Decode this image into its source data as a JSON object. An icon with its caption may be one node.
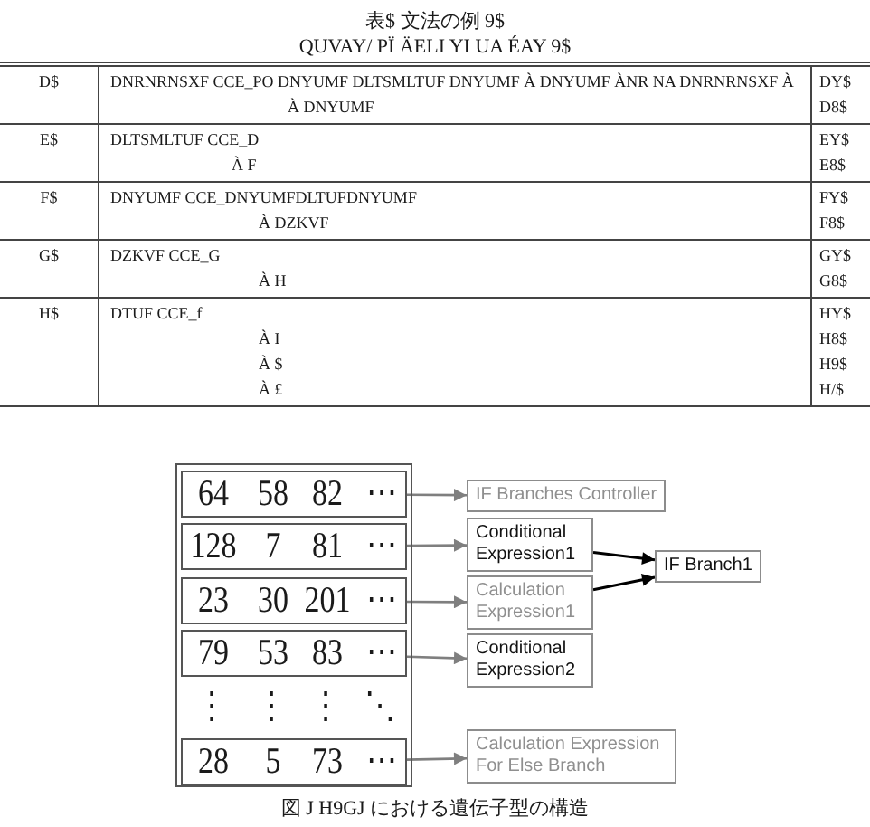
{
  "diagram": {
    "title": "表$ 文法の例 9$",
    "caption": "図 J H9GJ における遺伝子型の構造",
    "nodes": [
      {
        "text": [],
        "shape": "box"
      },
      {
        "text": [
          "64",
          "58",
          "82",
          "⋯"
        ],
        "in": 0
      },
      {
        "text": [
          "128",
          "7",
          "81",
          "⋯"
        ],
        "in": 0
      },
      {
        "text": [
          "23",
          "30",
          "201",
          "⋯"
        ],
        "in": 0
      },
      {
        "text": [
          "79",
          "53",
          "83",
          "⋯"
        ],
        "in": 0
      },
      {
        "text": [
          "28",
          "5",
          "73",
          "⋯"
        ],
        "in": 0
      },
      {
        "text": [
          "IF Branches Controller"
        ]
      },
      {
        "text": [
          "Conditional Expression1"
        ]
      },
      {
        "text": [
          "Calculation Expression1"
        ]
      },
      {
        "text": [
          "Conditional Expression2"
        ]
      },
      {
        "text": [
          "Calculation Expression For Else Branch"
        ]
      },
      {
        "text": [
          "IF Branch1"
        ]
      }
    ],
    "edges": [
      {
        "from": 1,
        "to": 6,
        "arrow": "to"
      },
      {
        "from": 2,
        "to": 7,
        "arrow": "to"
      },
      {
        "from": 3,
        "to": 8,
        "arrow": "to"
      },
      {
        "from": 4,
        "to": 9,
        "arrow": "to"
      },
      {
        "from": 5,
        "to": 10,
        "arrow": "to"
      },
      {
        "from": 7,
        "to": 11,
        "arrow": "to",
        "color": "#000000"
      },
      {
        "from": 8,
        "to": 11,
        "arrow": "to",
        "color": "#000000"
      }
    ],
    "labels": [
      "QUVAY/ PÏ ÄELI YI UA ÉAY 9$",
      "D$",
      "DNRNRNSXF CCE_PO DNYUMF DLTSMLTUF DNYUMF À DNYUMF ÀNR NA DNRNRNSXF À",
      "À DNYUMF",
      "DY$",
      "D8$",
      "E$",
      "DLTSMLTUF CCE_D",
      "À F",
      "EY$",
      "E8$",
      "F$",
      "DNYUMF CCE_DNYUMFDLTUFDNYUMF",
      "À DZKVF",
      "FY$",
      "F8$",
      "G$",
      "DZKVF CCE_G",
      "À H",
      "GY$",
      "G8$",
      "H$",
      "DTUF CCE_f",
      "À I",
      "À $",
      "À £",
      "HY$",
      "H8$",
      "H9$",
      "H/$",
      "⋮",
      "⋮",
      "⋮",
      "⋱"
    ]
  }
}
